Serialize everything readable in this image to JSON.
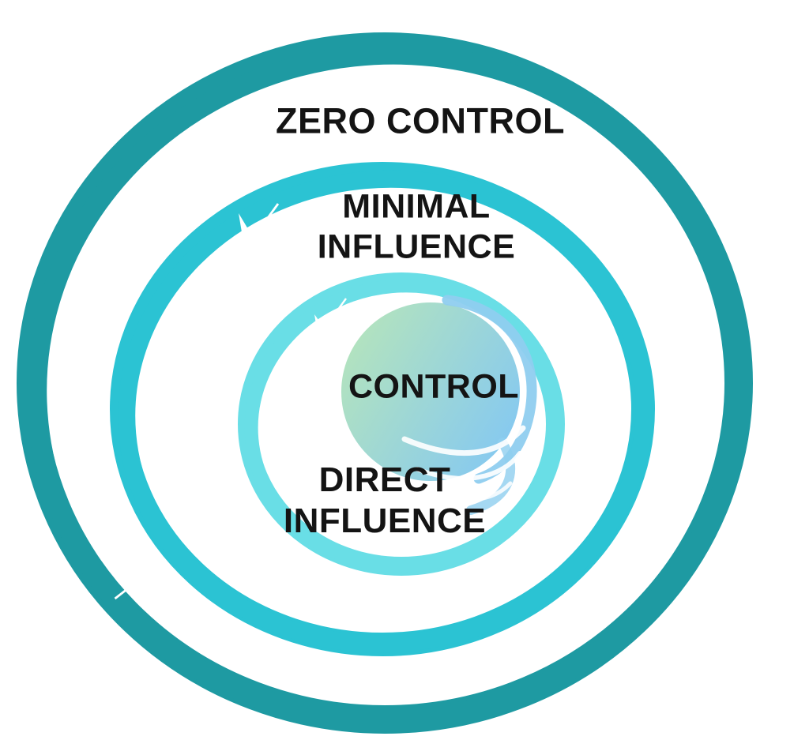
{
  "diagram": {
    "background": "#ffffff",
    "text_color": "#141414",
    "rings": {
      "outer": {
        "label": "ZERO CONTROL",
        "color": "#1E9AA2"
      },
      "middle": {
        "label_line1": "MINIMAL",
        "label_line2": "INFLUENCE",
        "color": "#2BC3D3"
      },
      "inner": {
        "label_line1": "DIRECT",
        "label_line2": "INFLUENCE",
        "color": "#69DEE6"
      }
    },
    "center": {
      "label": "CONTROL",
      "gradient_start": "#B5E4BC",
      "gradient_end": "#84C8F2",
      "swirl_color": "#8FCEEF"
    }
  }
}
